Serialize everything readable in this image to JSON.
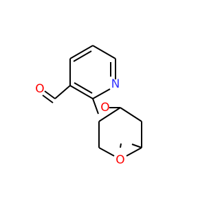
{
  "molecule": {
    "atoms": {
      "nitrogen": {
        "label": "N",
        "color": "#3333ff"
      },
      "ether_oxygen": {
        "label": "O",
        "color": "#ff0000"
      },
      "ring_oxygen": {
        "label": "O",
        "color": "#ff0000"
      },
      "aldehyde_oxygen": {
        "label": "O",
        "color": "#ff0000"
      }
    }
  }
}
